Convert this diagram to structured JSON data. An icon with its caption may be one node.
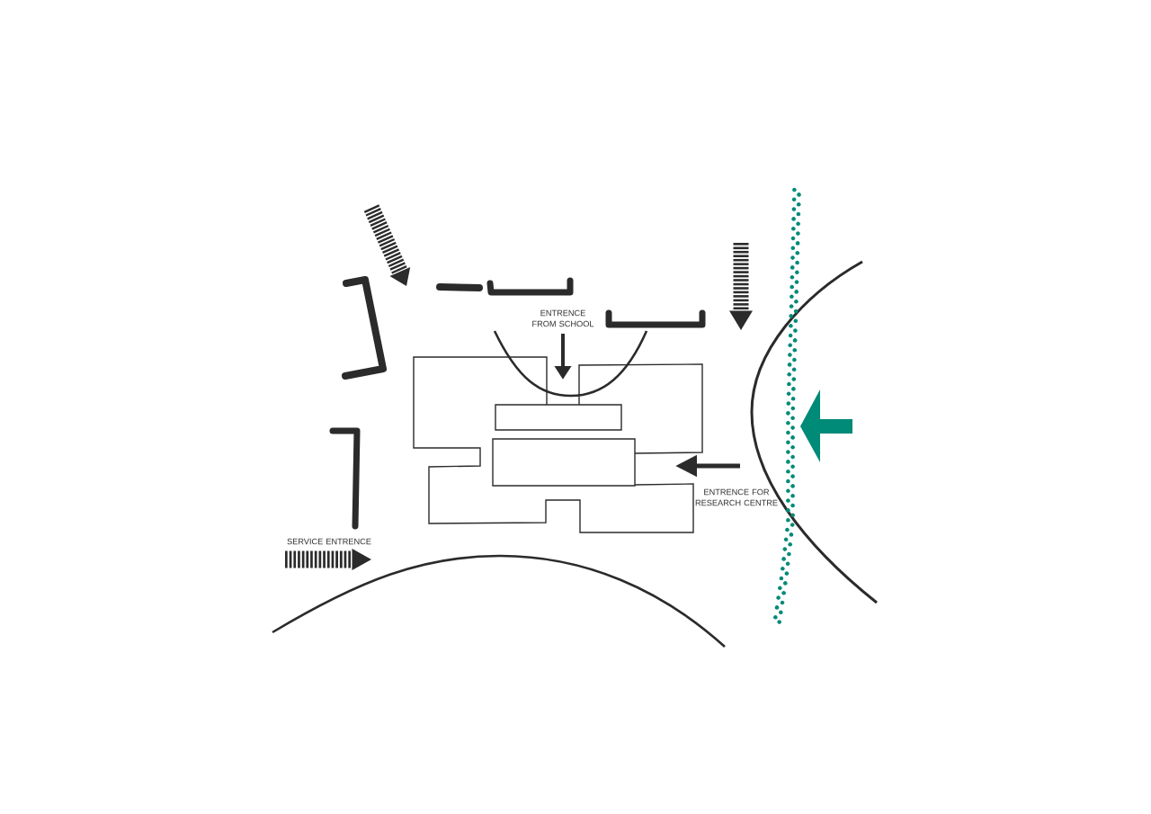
{
  "diagram": {
    "labels": [
      "ENTRENCE FROM SCHOOL",
      "ENTRENCE FOR RESEARCH CENTRE",
      "SERVICE ENTRENCE"
    ]
  }
}
